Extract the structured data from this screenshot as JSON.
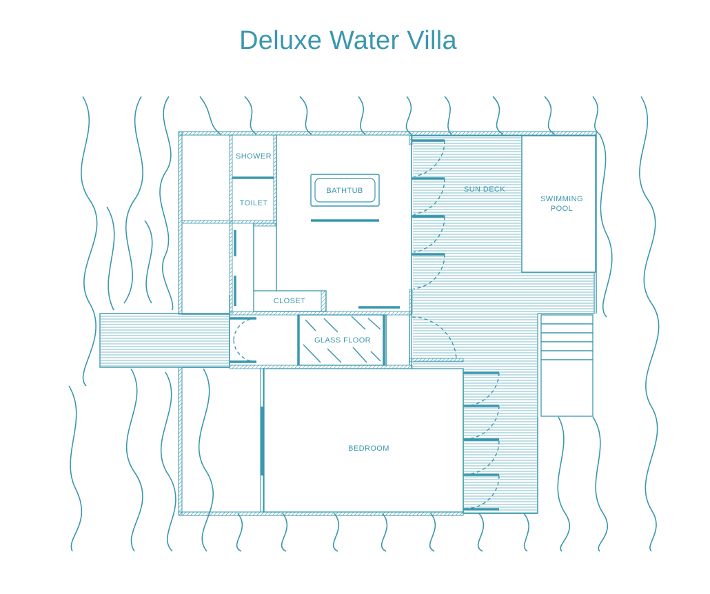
{
  "diagram": {
    "title": "Deluxe Water Villa",
    "rooms": {
      "shower": "SHOWER",
      "toilet": "TOILET",
      "bathtub": "BATHTUB",
      "sun_deck": "SUN DECK",
      "swimming_pool_line1": "SWIMMING",
      "swimming_pool_line2": "POOL",
      "closet": "CLOSET",
      "glass_floor": "GLASS FLOOR",
      "bedroom": "BEDROOM"
    },
    "colors": {
      "ink": "#3a97ad",
      "deck": "#7dbccb",
      "background": "#ffffff"
    }
  }
}
